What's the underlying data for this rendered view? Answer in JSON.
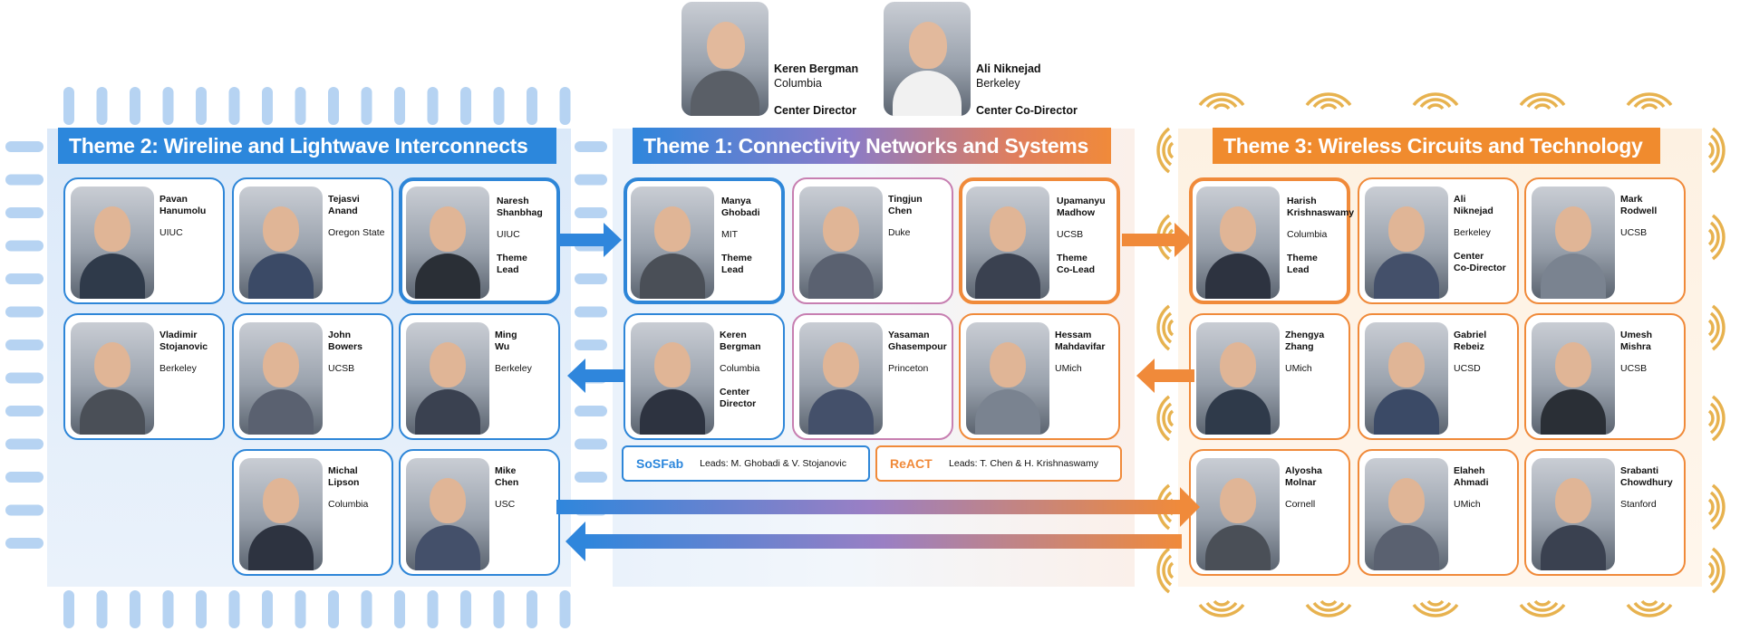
{
  "directors": [
    {
      "name": "Keren Bergman",
      "affiliation": "Columbia",
      "role": "Center Director"
    },
    {
      "name": "Ali Niknejad",
      "affiliation": "Berkeley",
      "role": "Center Co-Director"
    }
  ],
  "themes": [
    {
      "title": "Theme 2: Wireline and Lightwave Interconnects",
      "color": "#2c87dc",
      "members": [
        {
          "name": "Pavan\nHanumolu",
          "affiliation": "UIUC",
          "role": ""
        },
        {
          "name": "Tejasvi\nAnand",
          "affiliation": "Oregon State",
          "role": ""
        },
        {
          "name": "Naresh\nShanbhag",
          "affiliation": "UIUC",
          "role": "Theme\nLead"
        },
        {
          "name": "Vladimir\nStojanovic",
          "affiliation": "Berkeley",
          "role": ""
        },
        {
          "name": "John\nBowers",
          "affiliation": "UCSB",
          "role": ""
        },
        {
          "name": "Ming\nWu",
          "affiliation": "Berkeley",
          "role": ""
        },
        {
          "name": "Michal\nLipson",
          "affiliation": "Columbia",
          "role": ""
        },
        {
          "name": "Mike\nChen",
          "affiliation": "USC",
          "role": ""
        }
      ]
    },
    {
      "title": "Theme 1: Connectivity Networks and Systems",
      "color": "#8a7bc8",
      "members": [
        {
          "name": "Manya\nGhobadi",
          "affiliation": "MIT",
          "role": "Theme\nLead"
        },
        {
          "name": "Tingjun\nChen",
          "affiliation": "Duke",
          "role": ""
        },
        {
          "name": "Upamanyu\nMadhow",
          "affiliation": "UCSB",
          "role": "Theme\nCo-Lead"
        },
        {
          "name": "Keren\nBergman",
          "affiliation": "Columbia",
          "role": "Center\nDirector"
        },
        {
          "name": "Yasaman\nGhasempour",
          "affiliation": "Princeton",
          "role": ""
        },
        {
          "name": "Hessam\nMahdavifar",
          "affiliation": "UMich",
          "role": ""
        }
      ],
      "subgroups": [
        {
          "name": "SoSFab",
          "leads": "Leads: M. Ghobadi & V. Stojanovic",
          "color": "#2c87dc"
        },
        {
          "name": "ReACT",
          "leads": "Leads: T. Chen & H. Krishnaswamy",
          "color": "#f08a3a"
        }
      ]
    },
    {
      "title": "Theme 3: Wireless Circuits and Technology",
      "color": "#f08b2e",
      "members": [
        {
          "name": "Harish\nKrishnaswamy",
          "affiliation": "Columbia",
          "role": "Theme\nLead"
        },
        {
          "name": "Ali\nNiknejad",
          "affiliation": "Berkeley",
          "role": "Center\nCo-Director"
        },
        {
          "name": "Mark\nRodwell",
          "affiliation": "UCSB",
          "role": ""
        },
        {
          "name": "Zhengya\nZhang",
          "affiliation": "UMich",
          "role": ""
        },
        {
          "name": "Gabriel\nRebeiz",
          "affiliation": "UCSD",
          "role": ""
        },
        {
          "name": "Umesh\nMishra",
          "affiliation": "UCSB",
          "role": ""
        },
        {
          "name": "Alyosha\nMolnar",
          "affiliation": "Cornell",
          "role": ""
        },
        {
          "name": "Elaheh\nAhmadi",
          "affiliation": "UMich",
          "role": ""
        },
        {
          "name": "Srabanti\nChowdhury",
          "affiliation": "Stanford",
          "role": ""
        }
      ]
    }
  ],
  "colors": {
    "wireline": "#2c87dc",
    "wireless": "#f08b2e",
    "mixed": "#c77fb1"
  }
}
